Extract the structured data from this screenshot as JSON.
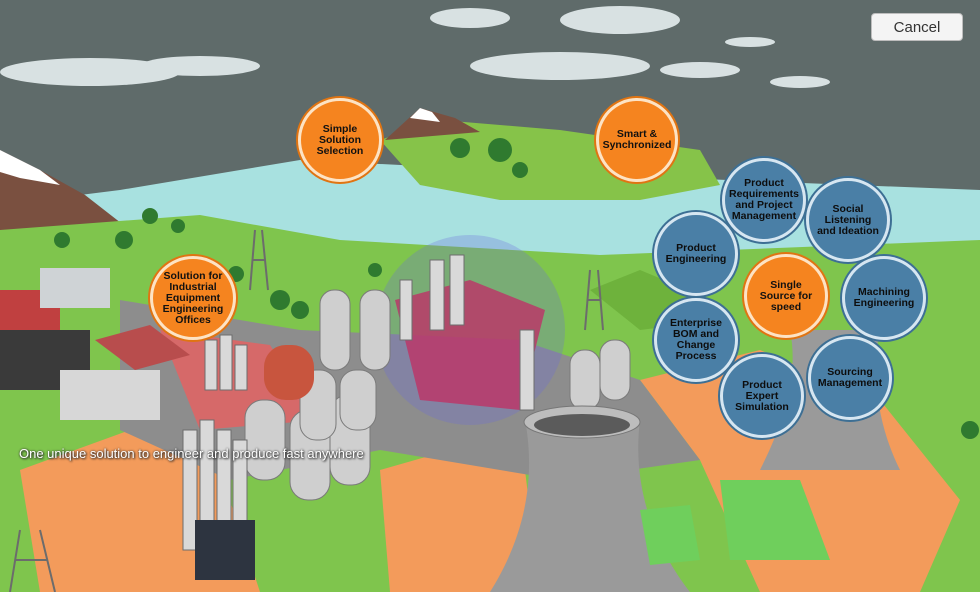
{
  "toolbar": {
    "cancel_label": "Cancel"
  },
  "tagline": "One unique solution to engineer and produce fast anywhere",
  "bubbles": {
    "simple_solution": "Simple Solution Selection",
    "smart_sync": "Smart & Synchronized",
    "industrial_offices": "Solution for Industrial Equipment Engineering Offices",
    "single_source": "Single Source for speed",
    "product_requirements": "Product Requirements and Project Management",
    "social_listening": "Social Listening and Ideation",
    "product_engineering": "Product Engineering",
    "machining_engineering": "Machining Engineering",
    "enterprise_bom": "Enterprise BOM and Change Process",
    "sourcing_management": "Sourcing Management",
    "product_expert": "Product Expert Simulation"
  },
  "colors": {
    "highlight_orange": "#f5841f",
    "bubble_blue": "#4a7fa6",
    "sky": "#5e6a69",
    "water": "#a9e3e3",
    "grass": "#7cc44c",
    "ground_orange": "#f39a5a"
  }
}
